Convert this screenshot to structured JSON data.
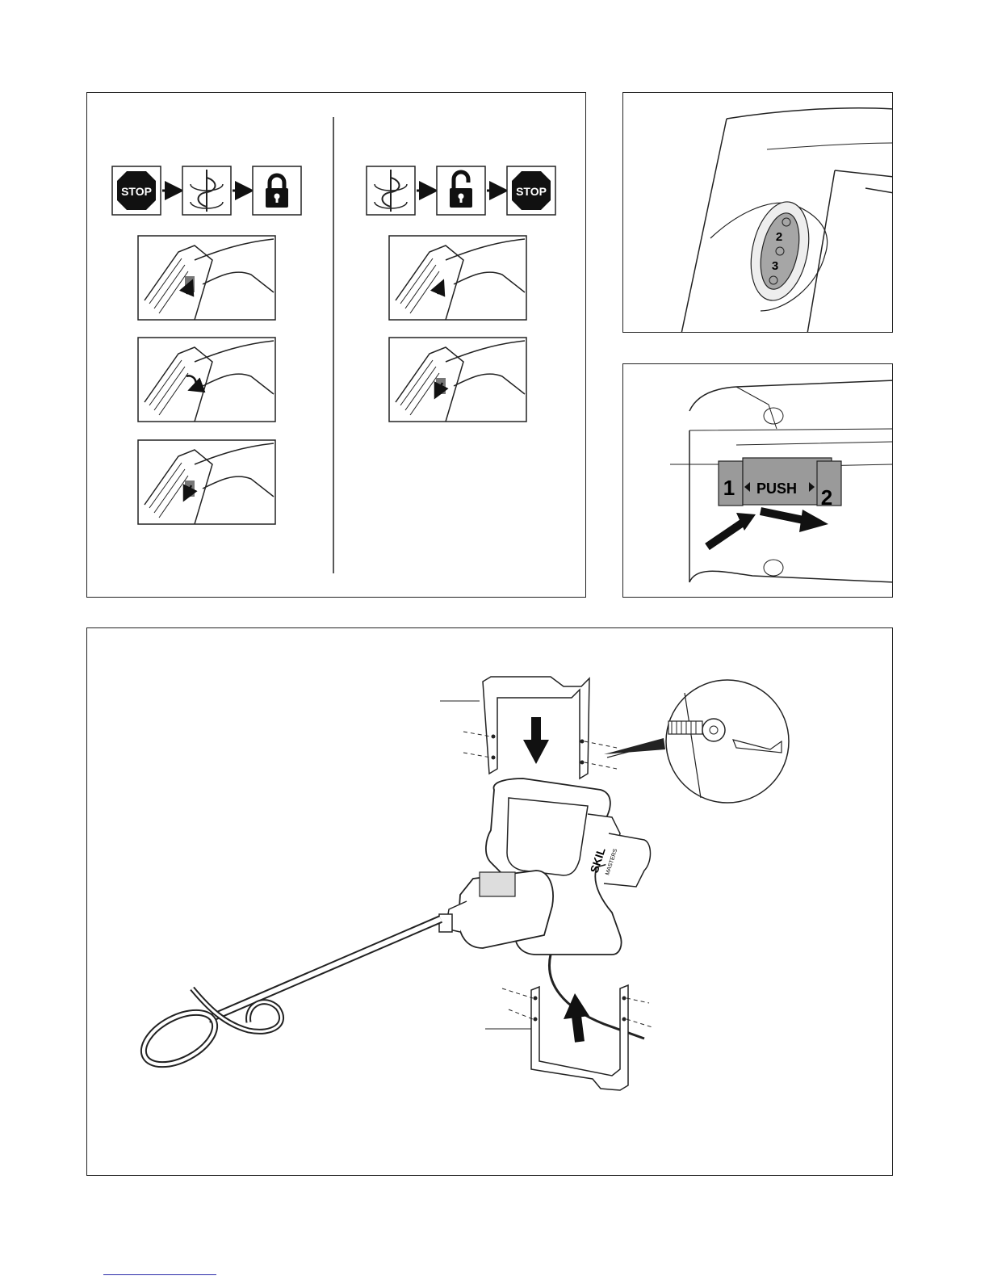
{
  "icons": {
    "stop_label": "STOP",
    "left_sequence": [
      "stop-icon",
      "mixer-rotation-icon",
      "lock-icon"
    ],
    "right_sequence": [
      "mixer-rotation-icon",
      "unlock-icon",
      "stop-icon"
    ]
  },
  "speed_dial": {
    "marks": [
      "2",
      "3"
    ]
  },
  "switch": {
    "push_label": "PUSH",
    "pos_1": "1",
    "pos_2": "2"
  },
  "mixer": {
    "brand": "SKIL",
    "model": "MASTERS"
  },
  "colors": {
    "line": "#111111",
    "panel_border": "#222222",
    "switch_fill": "#9a9a9a",
    "dial_fill": "#a6a6a6"
  }
}
